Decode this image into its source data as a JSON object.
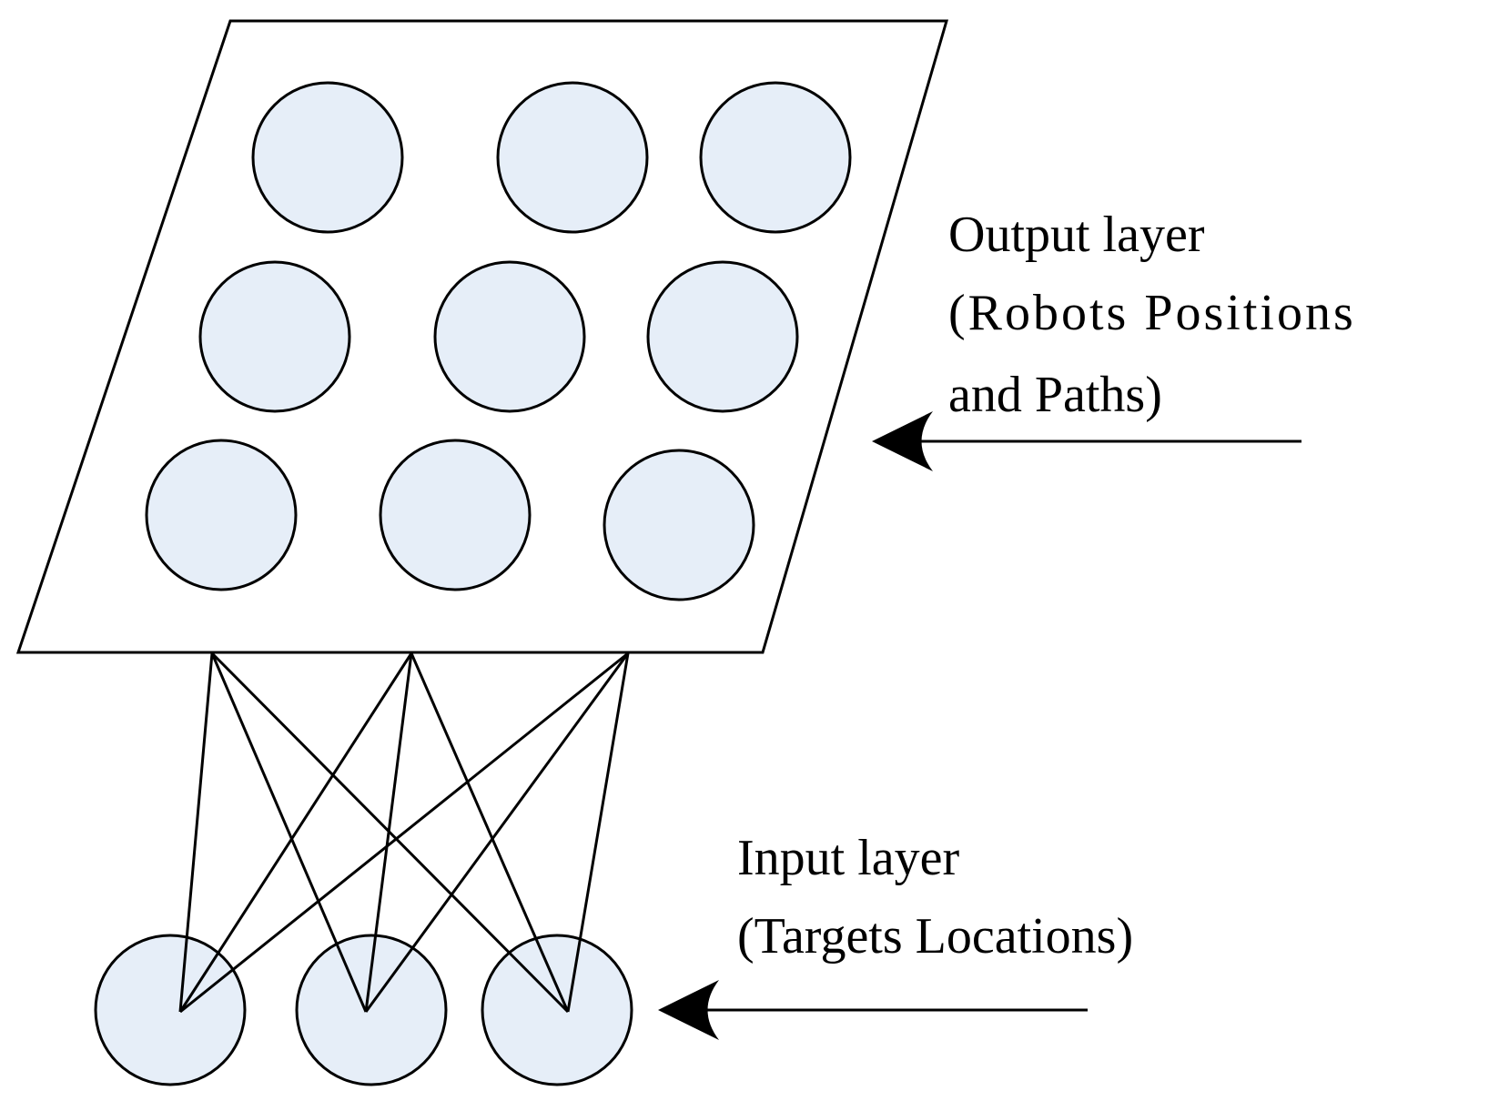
{
  "colors": {
    "node_fill": "#e6eef8",
    "stroke": "#000000",
    "background": "#ffffff"
  },
  "output_layer": {
    "label_lines": [
      "Output layer",
      "(Robots Positions",
      "and Paths)"
    ],
    "node_count": 9
  },
  "input_layer": {
    "label_lines": [
      "Input layer",
      "(Targets Locations)"
    ],
    "node_count": 3
  }
}
